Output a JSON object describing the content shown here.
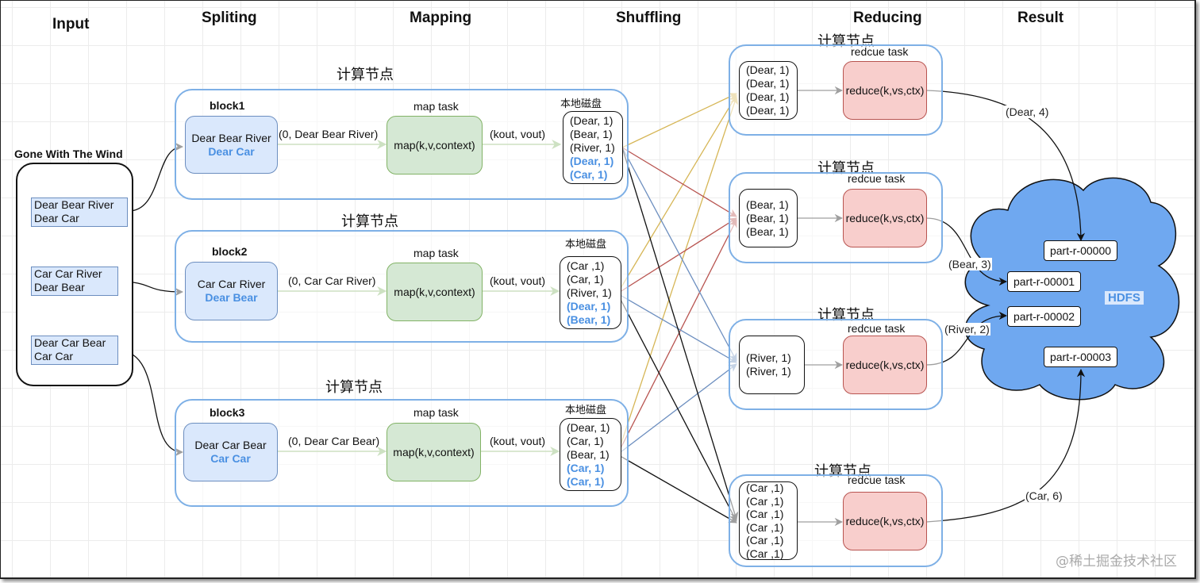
{
  "stages": [
    "Input",
    "Spliting",
    "Mapping",
    "Shuffling",
    "Reducing",
    "Result"
  ],
  "input": {
    "title": "Gone With The Wind",
    "lines": [
      [
        "Dear Bear River",
        "Dear Car"
      ],
      [
        "Car Car River",
        "Dear Bear"
      ],
      [
        "Dear Car Bear",
        "Car Car"
      ]
    ]
  },
  "compute_node_label": "计算节点",
  "local_disk_label": "本地磁盘",
  "map_task_label": "map task",
  "map_func": "map(k,v,context)",
  "map_output_label": "(kout, vout)",
  "blocks": [
    {
      "name": "block1",
      "line1": "Dear Bear River",
      "line2": "Dear Car",
      "map_input": "(0, Dear Bear River)",
      "disk": [
        {
          "text": "(Dear, 1)",
          "highlight": false
        },
        {
          "text": "(Bear, 1)",
          "highlight": false
        },
        {
          "text": "(River, 1)",
          "highlight": false
        },
        {
          "text": "(Dear, 1)",
          "highlight": true
        },
        {
          "text": "(Car, 1)",
          "highlight": true
        }
      ]
    },
    {
      "name": "block2",
      "line1": "Car Car River",
      "line2": "Dear Bear",
      "map_input": "(0, Car Car River)",
      "disk": [
        {
          "text": "(Car ,1)",
          "highlight": false
        },
        {
          "text": "(Car, 1)",
          "highlight": false
        },
        {
          "text": "(River, 1)",
          "highlight": false
        },
        {
          "text": "(Dear, 1)",
          "highlight": true
        },
        {
          "text": "(Bear, 1)",
          "highlight": true
        }
      ]
    },
    {
      "name": "block3",
      "line1": "Dear Car Bear",
      "line2": "Car Car",
      "map_input": "(0, Dear Car Bear)",
      "disk": [
        {
          "text": "(Dear, 1)",
          "highlight": false
        },
        {
          "text": "(Car, 1)",
          "highlight": false
        },
        {
          "text": "(Bear, 1)",
          "highlight": false
        },
        {
          "text": "(Car, 1)",
          "highlight": true
        },
        {
          "text": "(Car, 1)",
          "highlight": true
        }
      ]
    }
  ],
  "reduce_task_label": "redcue task",
  "reduce_func": "reduce(k,vs,ctx)",
  "reducers": [
    {
      "inputs": [
        "(Dear, 1)",
        "(Dear, 1)",
        "(Dear, 1)",
        "(Dear, 1)"
      ],
      "output": "(Dear, 4)",
      "shuffle_color": "#d6b656",
      "part": "part-r-00000"
    },
    {
      "inputs": [
        "(Bear, 1)",
        "(Bear, 1)",
        "(Bear, 1)"
      ],
      "output": "(Bear, 3)",
      "shuffle_color": "#b85450",
      "part": "part-r-00001"
    },
    {
      "inputs": [
        "(River, 1)",
        "(River, 1)"
      ],
      "output": "(River, 2)",
      "shuffle_color": "#6c8ebf",
      "part": "part-r-00002"
    },
    {
      "inputs": [
        "(Car ,1)",
        "(Car ,1)",
        "(Car ,1)",
        "(Car ,1)",
        "(Car ,1)",
        "(Car ,1)"
      ],
      "output": "(Car, 6)",
      "shuffle_color": "#111111",
      "part": "part-r-00003"
    }
  ],
  "hdfs_label": "HDFS",
  "colors": {
    "node_border": "#7eb0e6",
    "split_fill": "#dae8fc",
    "map_fill": "#d5e8d4",
    "reduce_fill": "#f8cecc",
    "hdfs_fill": "#6fa8f0",
    "highlight_text": "#4a90e2"
  },
  "watermark": "@稀土掘金技术社区"
}
